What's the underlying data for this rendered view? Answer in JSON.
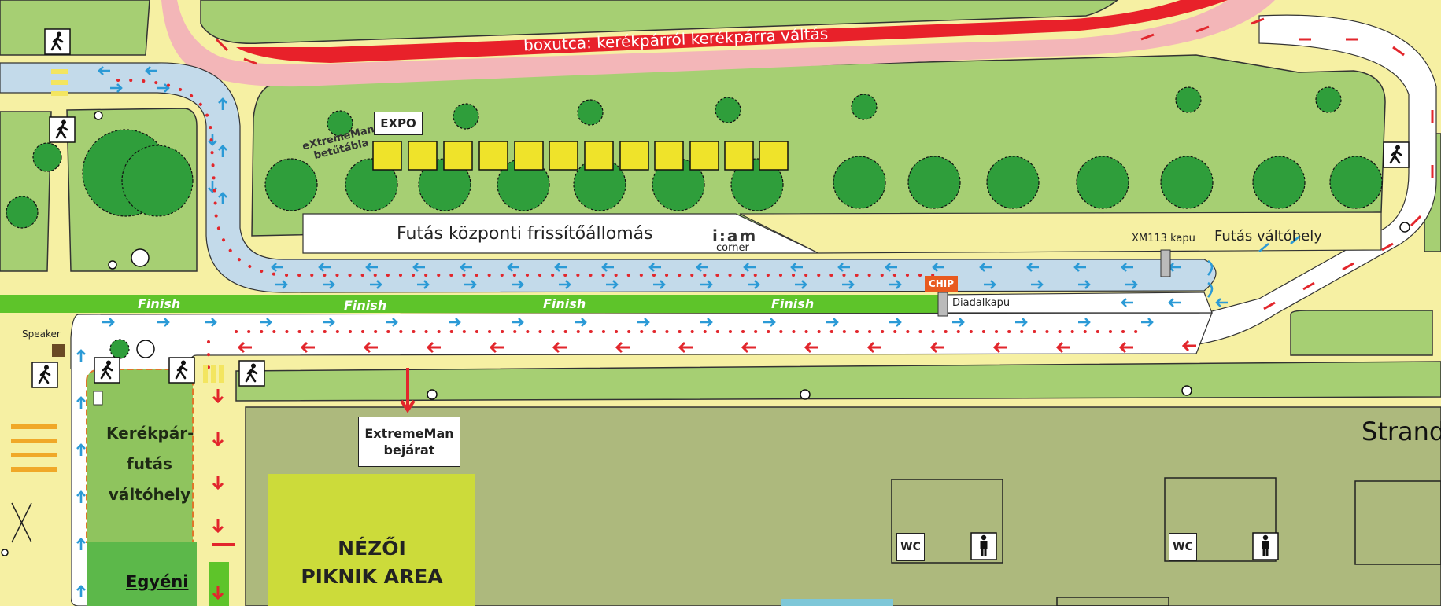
{
  "labels": {
    "boxutca": "boxutca: kerékpárról kerékpárra váltás",
    "expo": "EXPO",
    "betutabla_line1": "eXtremeMan",
    "betutabla_line2": "betűtábla",
    "frissito": "Futás központi frissítőállomás",
    "iam_logo": "i:am",
    "iam_corner": "corner",
    "xm113": "XM113 kapu",
    "futas_valtohely": "Futás váltóhely",
    "chip": "Chip",
    "diadalkapu": "Diadalkapu",
    "finish": "Finish",
    "speaker": "Speaker",
    "bejarat_line1": "ExtremeMan",
    "bejarat_line2": "bejárat",
    "kerekpar_line1": "Kerékpár-",
    "kerekpar_line2": "futás",
    "kerekpar_line3": "váltóhely",
    "egyeni": "Egyéni",
    "nezoi_line1": "NÉZŐI",
    "nezoi_line2": "PIKNIK AREA",
    "strand": "Strand",
    "wc": "WC"
  },
  "colors": {
    "sand": "#f6f0a3",
    "grass": "#a6cf73",
    "field": "#adb97d",
    "run_lane": "#c3daea",
    "run_arrow": "#2b9ad6",
    "bike_arrow": "#e2262c",
    "box_lane": "#e8212a",
    "box_lane_light": "#f3b6b8",
    "finish_green": "#5ec42a",
    "tree": "#2f9e3b",
    "booth_yellow": "#efe32a",
    "picnic": "#ccdb3a",
    "chip_orange": "#e85a1f"
  },
  "icons": [
    "pedestrian-icon",
    "toilet-icon",
    "tree-icon",
    "booth-icon"
  ]
}
